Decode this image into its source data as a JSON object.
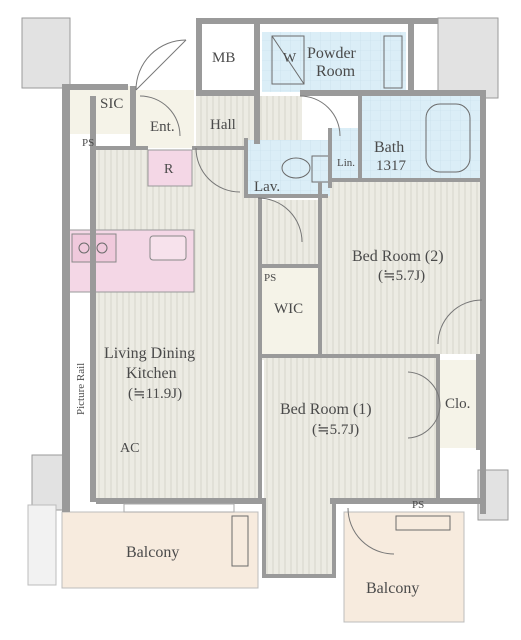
{
  "rooms": {
    "mb": "MB",
    "w": "W",
    "powder_room_line1": "Powder",
    "powder_room_line2": "Room",
    "sic": "SIC",
    "ps_top": "PS",
    "entrance": "Ent.",
    "hall": "Hall",
    "bath": "Bath",
    "bath_size": "1317",
    "linen": "Lin.",
    "refrigerator": "R",
    "lavatory": "Lav.",
    "bed_room_2": "Bed Room (2)",
    "bed_room_2_area": "(≒5.7J)",
    "ps_wic": "PS",
    "wic": "WIC",
    "picture_rail": "Picture Rail",
    "ldk_line1": "Living Dining",
    "ldk_line2": "Kitchen",
    "ldk_area": "(≒11.9J)",
    "bed_room_1": "Bed Room (1)",
    "bed_room_1_area": "(≒5.7J)",
    "closet": "Clo.",
    "ac": "AC",
    "ps_bottom": "PS",
    "balcony_left": "Balcony",
    "balcony_right": "Balcony"
  },
  "colors": {
    "wet_area": "#dbeef7",
    "kitchen": "#f4d7e6",
    "floor": "#ecebe3",
    "balcony": "#f7ebde",
    "entry": "#f5f3e8",
    "wall": "#9a9a9a"
  }
}
